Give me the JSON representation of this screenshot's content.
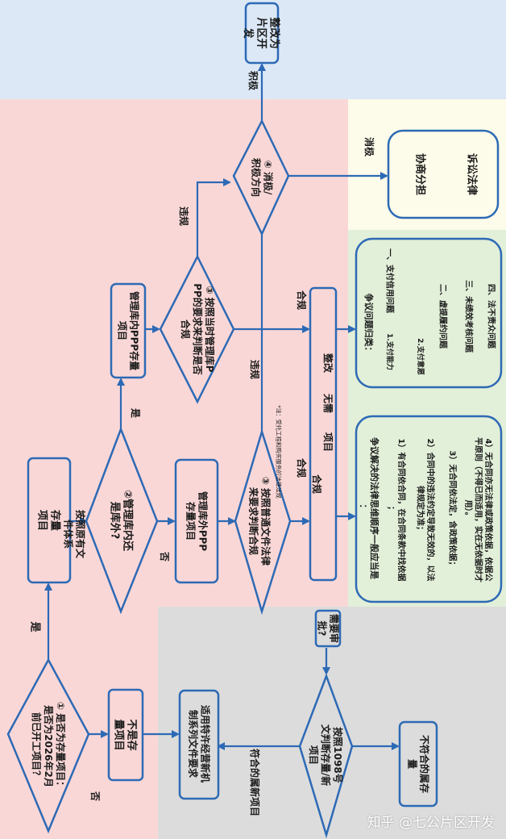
{
  "colors": {
    "top_band": "#dce8f6",
    "pink_zone": "#fad7d7",
    "gray_zone": "#dcdcdc",
    "yellow_zone": "#fdfbe9",
    "green_zone": "#e2efd9",
    "line": "#2d6ab5"
  },
  "nodes": {
    "n1_diamond": "① 是否为存量项目：是否为2026年2月前已开工项目？",
    "not_stock": "不是存量项目",
    "stock": "存量项目",
    "n2_diamond": "②管理库内还是库外?",
    "in_lib": "管理库内PPP存量项目",
    "out_lib": "管理库外PPP存量项目",
    "n3_top_diamond": "③ 按照当时管理库PPP的要求来判断是否合规",
    "n3_bottom_diamond": "③ 按照普通文件法律来要求判断合规",
    "n3_bottom_note": "*注：受托工程和购买服务的法律法规",
    "n4_diamond": "④ 消极/积极方向",
    "rectify": "整改为片区开发",
    "new_mech": "适用特许经营新机制系列文件要求",
    "diamond_1098": "按照1098号文判断存量/新项目",
    "not_meet": "不符合的属存量",
    "compliance_box": {
      "left": "合规",
      "mid": "项目",
      "bottom": "无需",
      "right": "整改"
    }
  },
  "edge_labels": {
    "yes": "是",
    "no": "否",
    "per_file": "按照原有文件体系",
    "yes2": "是",
    "no2": "否",
    "compliant_top": "合规",
    "violation_top": "违规",
    "compliant_bottom": "合规",
    "violation_bottom": "违规",
    "positive": "积极",
    "negative": "消极",
    "meets_new": "符合的属新项目",
    "need_approval": "需要审批?"
  },
  "negative_box": {
    "item1": "协商分担",
    "item2": "诉讼法律"
  },
  "dispute_box": {
    "title": "争议问题归类：",
    "items": [
      "一、支付信用问题",
      "1.支付能力",
      "2.支付意愿",
      "二、虚提履约问题",
      "三、未绩效考核问题",
      "四、法不责众问题"
    ]
  },
  "law_box": {
    "title": "争议解决的法律思维顺序一般应当是：",
    "lines": [
      "1）有合同依合同，在合同条款中找依据；",
      "2）合同中的违法约定导致无效的，以法律规定为准；",
      "3）无合同依法定，含政策依据；",
      "4）无合同亦无法律或政策依据，依据公平原则（不得已而适用，实在无依据时才用）。"
    ]
  },
  "watermark": "知乎 @七公片区开发"
}
